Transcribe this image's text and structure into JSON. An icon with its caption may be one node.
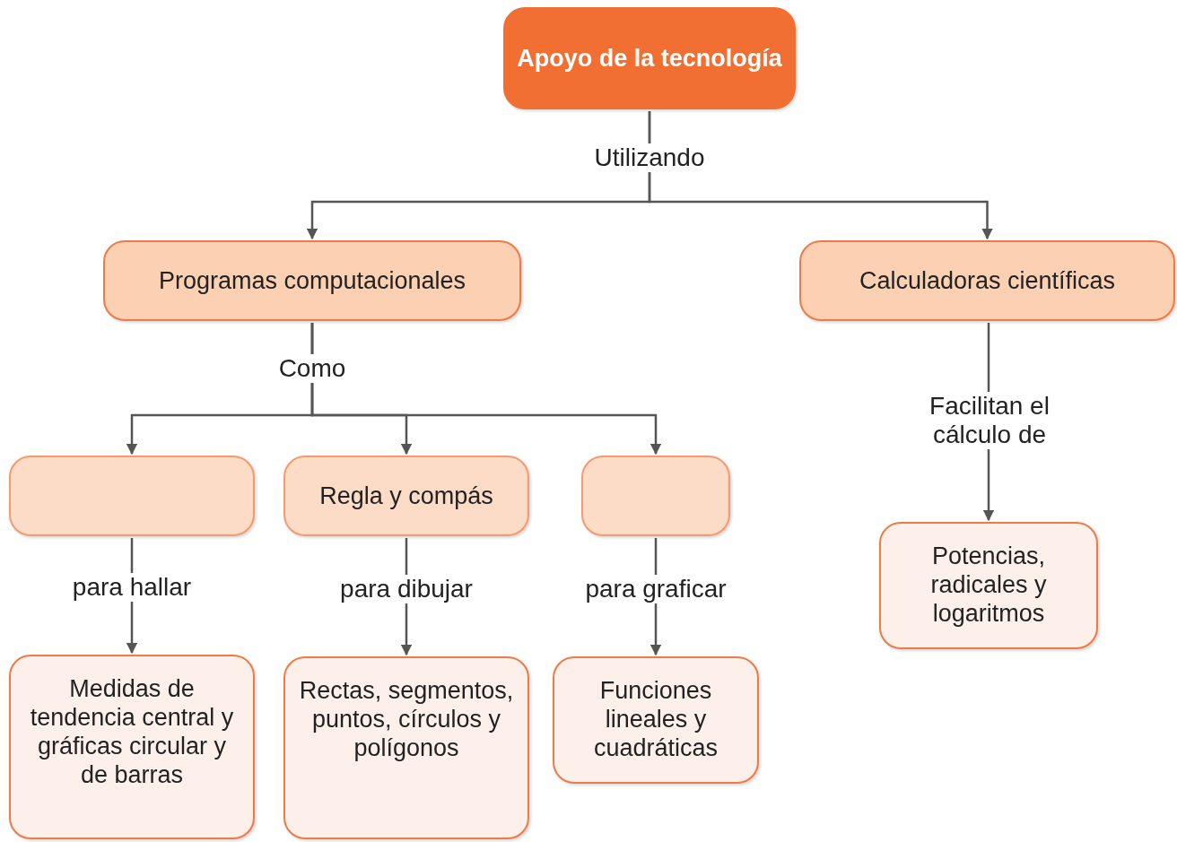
{
  "diagram": {
    "nodes": [
      {
        "text": [
          "Apoyo de la tecnología"
        ]
      },
      {
        "text": [
          "Programas computacionales"
        ]
      },
      {
        "text": [
          "Calculadoras científicas"
        ]
      },
      {
        "text": [],
        "shape": "box"
      },
      {
        "text": [
          "Regla y compás"
        ]
      },
      {
        "text": [],
        "shape": "box"
      },
      {
        "text": [
          "Medidas de tendencia central y gráficas circular y de barras"
        ]
      },
      {
        "text": [
          "Rectas, segmentos, puntos, círculos y polígonos"
        ]
      },
      {
        "text": [
          "Funciones lineales y cuadráticas"
        ]
      },
      {
        "text": [
          "Potencias, radicales y logaritmos"
        ]
      }
    ],
    "edges": [
      {
        "from": 0,
        "to": 1,
        "arrow": "to",
        "label": "Utilizando"
      },
      {
        "from": 0,
        "to": 2,
        "arrow": "to"
      },
      {
        "from": 1,
        "to": 3,
        "arrow": "to",
        "label": "Como"
      },
      {
        "from": 1,
        "to": 4,
        "arrow": "to"
      },
      {
        "from": 1,
        "to": 5,
        "arrow": "to"
      },
      {
        "from": 3,
        "to": 6,
        "arrow": "to",
        "label": "para hallar"
      },
      {
        "from": 4,
        "to": 7,
        "arrow": "to",
        "label": "para dibujar"
      },
      {
        "from": 5,
        "to": 8,
        "arrow": "to",
        "label": "para graficar"
      },
      {
        "from": 2,
        "to": 9,
        "arrow": "to",
        "label": "Facilitan el cálculo de"
      }
    ]
  }
}
